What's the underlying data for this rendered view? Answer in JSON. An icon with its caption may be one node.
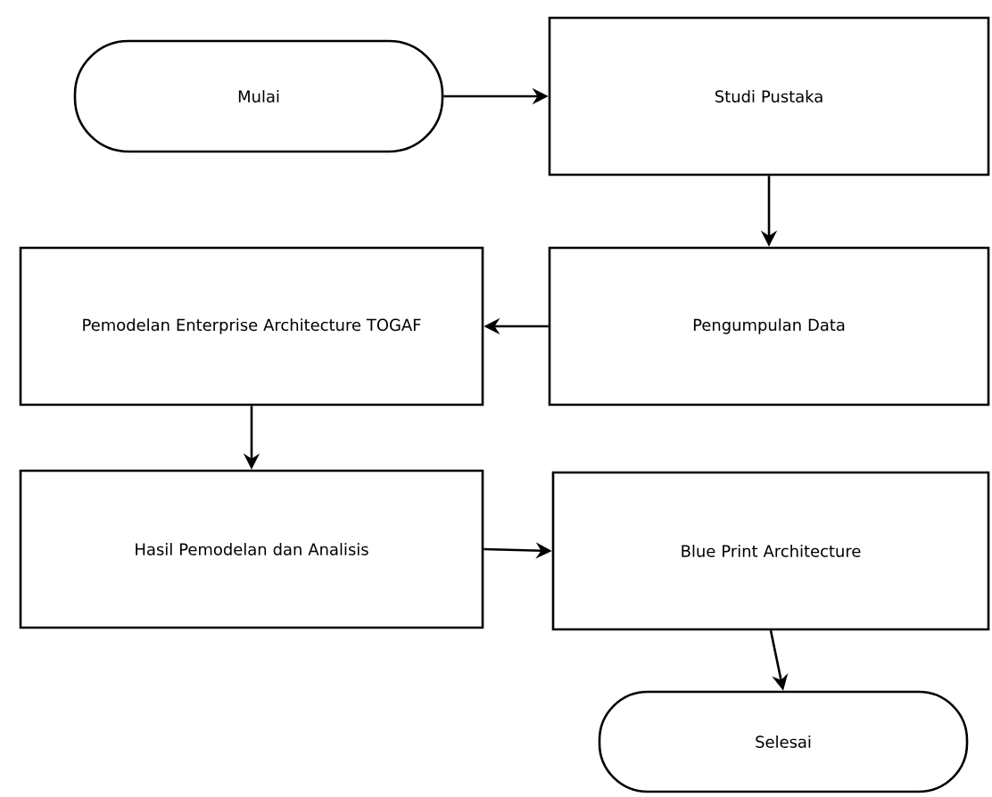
{
  "diagram": {
    "nodes": [
      {
        "text": [
          "Mulai"
        ]
      },
      {
        "text": [
          "Studi Pustaka"
        ]
      },
      {
        "text": [
          "Pengumpulan Data"
        ]
      },
      {
        "text": [
          "Pemodelan Enterprise Architecture TOGAF"
        ]
      },
      {
        "text": [
          "Hasil Pemodelan dan Analisis"
        ]
      },
      {
        "text": [
          "Blue Print Architecture"
        ]
      },
      {
        "text": [
          "Selesai"
        ]
      }
    ],
    "edges": [
      {
        "from": 0,
        "to": 1,
        "arrow": "to"
      },
      {
        "from": 1,
        "to": 2,
        "arrow": "to"
      },
      {
        "from": 2,
        "to": 3,
        "arrow": "to"
      },
      {
        "from": 3,
        "to": 4,
        "arrow": "to"
      },
      {
        "from": 4,
        "to": 5,
        "arrow": "to"
      },
      {
        "from": 5,
        "to": 6,
        "arrow": "to"
      }
    ]
  }
}
